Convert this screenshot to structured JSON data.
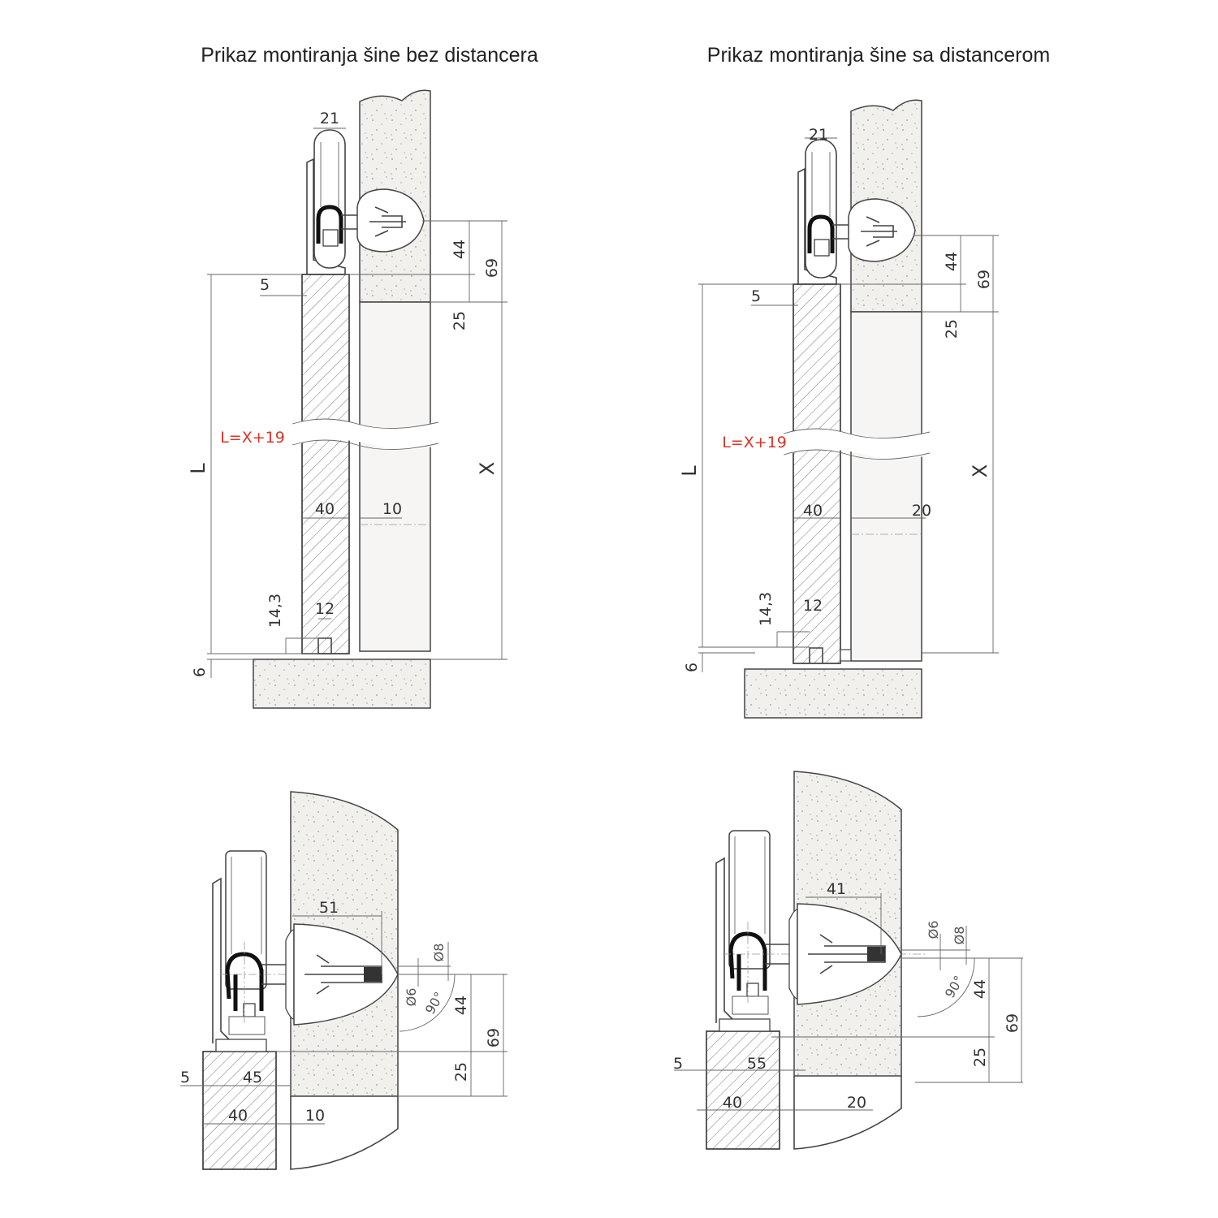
{
  "titles": {
    "left": "Prikaz montiranja šine bez distancera",
    "right": "Prikaz montiranja šine sa distancerom"
  },
  "top_left": {
    "wheel_width": "21",
    "d44": "44",
    "d69": "69",
    "d5": "5",
    "d25": "25",
    "formula": "L=X+19",
    "L": "L",
    "X": "X",
    "door": "40",
    "gap": "10",
    "d14": "14,3",
    "d12": "12",
    "d6": "6"
  },
  "top_right": {
    "wheel_width": "21",
    "d44": "44",
    "d69": "69",
    "d5": "5",
    "d25": "25",
    "formula": "L=X+19",
    "L": "L",
    "X": "X",
    "door": "40",
    "gap": "20",
    "d14": "14,3",
    "d12": "12",
    "d6": "6"
  },
  "bottom_left": {
    "d51": "51",
    "dia8": "Ø8",
    "dia6": "Ø6",
    "angle": "90°",
    "d44": "44",
    "d69": "69",
    "d25": "25",
    "d5": "5",
    "d45": "45",
    "door": "40",
    "gap": "10"
  },
  "bottom_right": {
    "d41": "41",
    "dia6": "Ø6",
    "dia8": "Ø8",
    "angle": "90°",
    "d44": "44",
    "d69": "69",
    "d25": "25",
    "d5": "5",
    "d55": "55",
    "door": "40",
    "gap": "20"
  },
  "colors": {
    "formula": "#d9342b",
    "wall": "#f1efec"
  }
}
